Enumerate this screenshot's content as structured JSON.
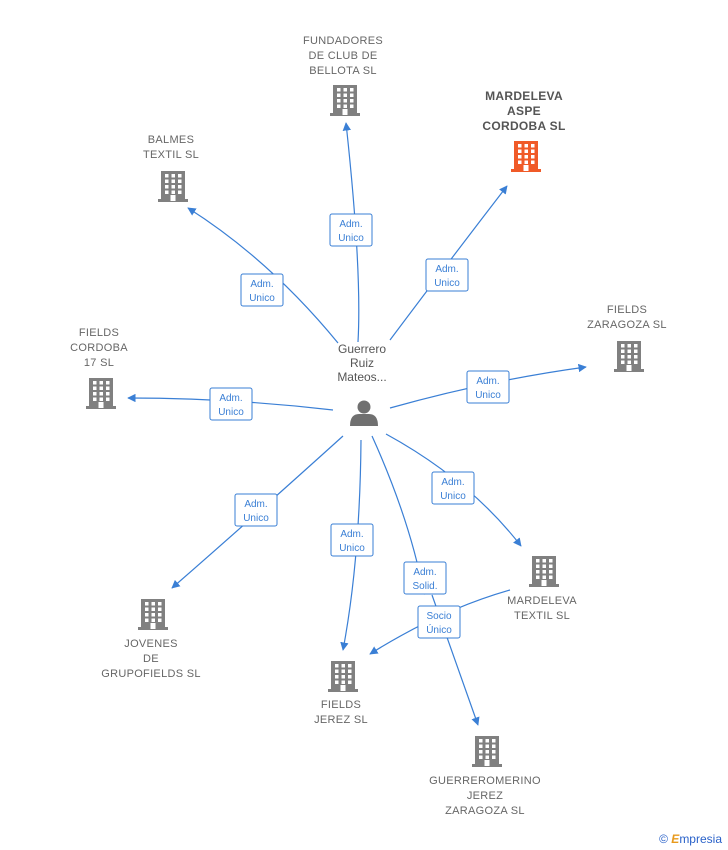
{
  "center": {
    "label_lines": [
      "Guerrero",
      "Ruiz",
      "Mateos..."
    ]
  },
  "colors": {
    "edge": "#3a7fd5",
    "building": "#808080",
    "highlight": "#f05a28"
  },
  "nodes": [
    {
      "id": "fundadores",
      "label_lines": [
        "FUNDADORES",
        "DE CLUB DE",
        "BELLOTA  SL"
      ],
      "highlight": false
    },
    {
      "id": "mardeleva_aspe",
      "label_lines": [
        "MARDELEVA",
        "ASPE",
        "CORDOBA  SL"
      ],
      "highlight": true
    },
    {
      "id": "balmes",
      "label_lines": [
        "BALMES",
        "TEXTIL  SL"
      ],
      "highlight": false
    },
    {
      "id": "fields_zaragoza",
      "label_lines": [
        "FIELDS",
        "ZARAGOZA  SL"
      ],
      "highlight": false
    },
    {
      "id": "fields_cordoba",
      "label_lines": [
        "FIELDS",
        "CORDOBA",
        "17  SL"
      ],
      "highlight": false
    },
    {
      "id": "mardeleva_textil",
      "label_lines": [
        "MARDELEVA",
        "TEXTIL  SL"
      ],
      "highlight": false
    },
    {
      "id": "jovenes",
      "label_lines": [
        "JOVENES",
        "DE",
        "GRUPOFIELDS SL"
      ],
      "highlight": false
    },
    {
      "id": "fields_jerez",
      "label_lines": [
        "FIELDS",
        "JEREZ  SL"
      ],
      "highlight": false
    },
    {
      "id": "guerreromerino",
      "label_lines": [
        "GUERREROMERINO",
        "JEREZ",
        "ZARAGOZA  SL"
      ],
      "highlight": false
    }
  ],
  "edges": [
    {
      "to": "fundadores",
      "label_lines": [
        "Adm.",
        "Unico"
      ]
    },
    {
      "to": "mardeleva_aspe",
      "label_lines": [
        "Adm.",
        "Unico"
      ]
    },
    {
      "to": "balmes",
      "label_lines": [
        "Adm.",
        "Unico"
      ]
    },
    {
      "to": "fields_zaragoza",
      "label_lines": [
        "Adm.",
        "Unico"
      ]
    },
    {
      "to": "fields_cordoba",
      "label_lines": [
        "Adm.",
        "Unico"
      ]
    },
    {
      "to": "mardeleva_textil",
      "label_lines": [
        "Adm.",
        "Unico"
      ]
    },
    {
      "to": "jovenes",
      "label_lines": [
        "Adm.",
        "Unico"
      ]
    },
    {
      "to": "fields_jerez",
      "label_lines": [
        "Adm.",
        "Unico"
      ]
    },
    {
      "to": "guerreromerino",
      "label_lines": [
        "Adm.",
        "Solid."
      ]
    },
    {
      "to": "fields_jerez",
      "from": "mardeleva_textil",
      "label_lines": [
        "Socio",
        "Único"
      ]
    }
  ],
  "footer": {
    "copyright": "©",
    "brand_initial": "E",
    "brand_rest": "mpresia"
  }
}
